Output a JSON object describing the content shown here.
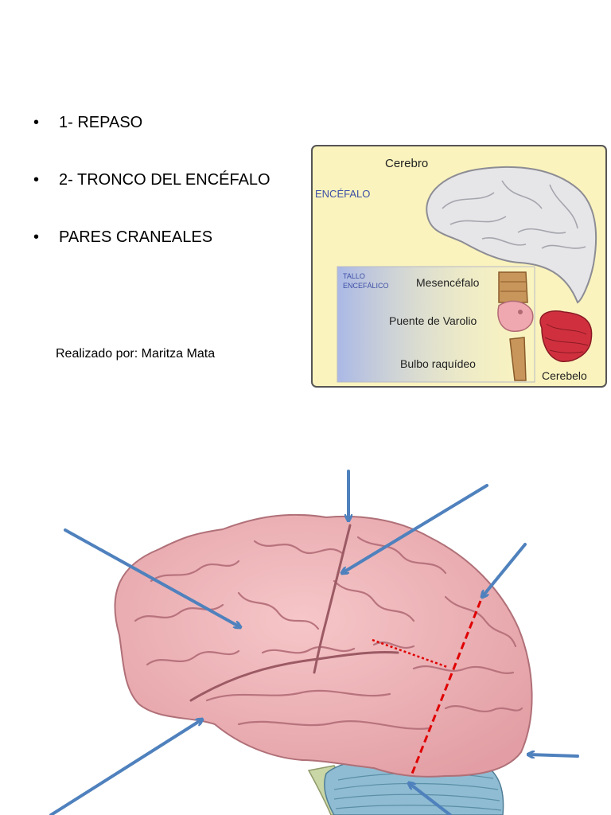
{
  "slide": {
    "bullets": [
      {
        "text": "1- REPASO"
      },
      {
        "text": "2- TRONCO DEL ENCÉFALO"
      },
      {
        "text": "PARES CRANEALES"
      }
    ],
    "bullet_symbol": "•",
    "author": "Realizado por:  Maritza Mata"
  },
  "encephalon_figure": {
    "cerebro": "Cerebro",
    "encefalo": "ENCÉFALO",
    "tallo_line1": "TALLO",
    "tallo_line2": "ENCEFÁLICO",
    "mesencefalo": "Mesencéfalo",
    "puente": "Puente de Varolio",
    "bulbo": "Bulbo raquídeo",
    "cerebelo": "Cerebelo"
  },
  "brain_figure": {
    "colors": {
      "arrow": "#4f81bd",
      "dashed_line": "#e00000",
      "brain": "#f0b4b8",
      "cerebellum": "#8fbcd2"
    }
  }
}
